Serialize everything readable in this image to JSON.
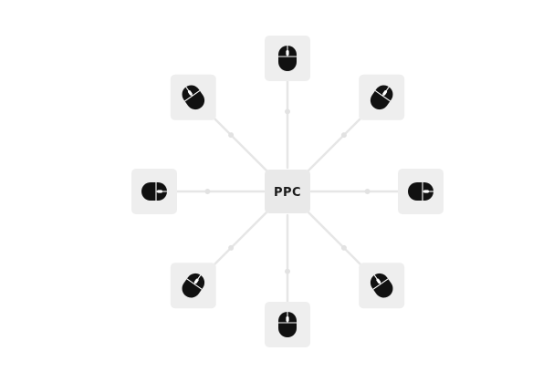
{
  "hub": {
    "label": "PPC"
  },
  "peripherals": [
    {
      "name": "mouse-node-top",
      "icon": "computer-mouse-icon",
      "angle_deg": 0
    },
    {
      "name": "mouse-node-top-right",
      "icon": "computer-mouse-icon",
      "angle_deg": 45
    },
    {
      "name": "mouse-node-right",
      "icon": "computer-mouse-icon",
      "angle_deg": 90
    },
    {
      "name": "mouse-node-bottom-right",
      "icon": "computer-mouse-icon",
      "angle_deg": 135
    },
    {
      "name": "mouse-node-bottom",
      "icon": "computer-mouse-icon",
      "angle_deg": 180
    },
    {
      "name": "mouse-node-bottom-left",
      "icon": "computer-mouse-icon",
      "angle_deg": 225
    },
    {
      "name": "mouse-node-left",
      "icon": "computer-mouse-icon",
      "angle_deg": 270
    },
    {
      "name": "mouse-node-top-left",
      "icon": "computer-mouse-icon",
      "angle_deg": 315
    }
  ],
  "colors": {
    "node_fill": "#eeeeee",
    "edge": "#e6e6e6",
    "icon": "#111111"
  }
}
